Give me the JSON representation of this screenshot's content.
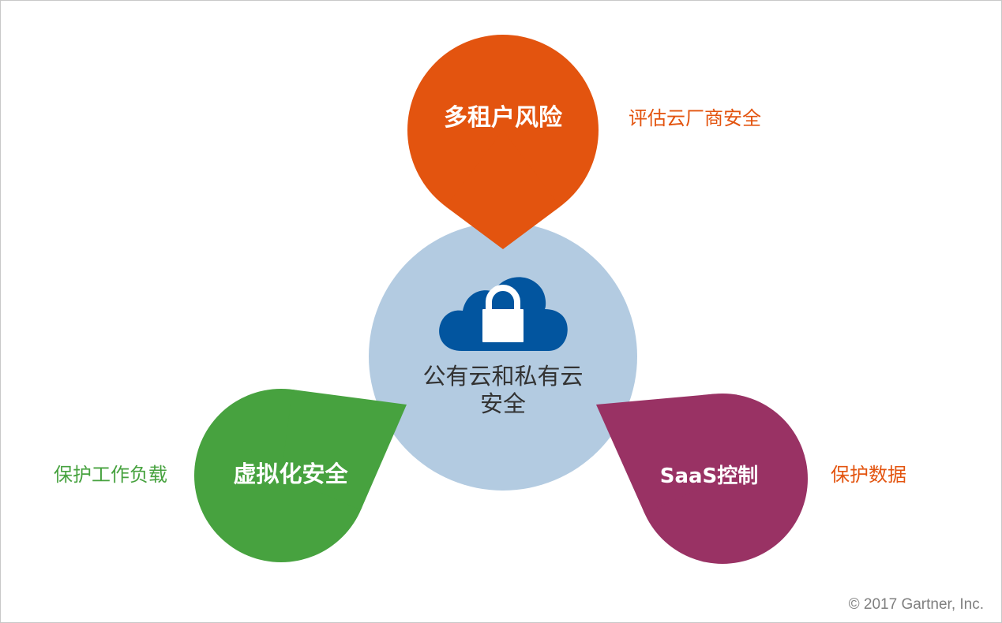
{
  "center": {
    "line1": "公有云和私有云",
    "line2": "安全",
    "color": "#b3cbe1",
    "icon_color": "#02559f"
  },
  "petals": [
    {
      "id": "multi-tenant",
      "title": "多租户风险",
      "side_label": "评估云厂商安全",
      "color": "#e3540f",
      "side_color": "#e3540f"
    },
    {
      "id": "virtualization",
      "title": "虚拟化安全",
      "side_label": "保护工作负载",
      "color": "#47a23f",
      "side_color": "#47a23f"
    },
    {
      "id": "saas",
      "title": "SaaS控制",
      "side_label": "保护数据",
      "color": "#993264",
      "side_color": "#e3540f"
    }
  ],
  "copyright": "© 2017 Gartner, Inc."
}
